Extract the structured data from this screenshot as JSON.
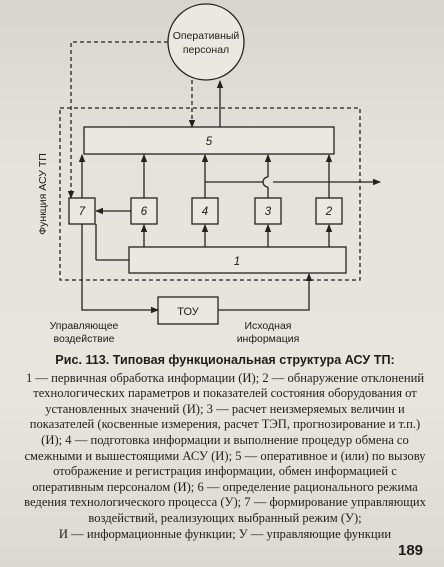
{
  "diagram": {
    "circle_line1": "Оперативный",
    "circle_line2": "персонал",
    "box5": "5",
    "box7": "7",
    "box6": "6",
    "box4": "4",
    "box3": "3",
    "box2": "2",
    "box1": "1",
    "tou": "ТОУ",
    "side_label": "Функция АСУ ТП",
    "control_line1": "Управляющее",
    "control_line2": "воздействие",
    "source_line1": "Исходная",
    "source_line2": "информация"
  },
  "caption": {
    "title": "Рис. 113. Типовая функциональная структура АСУ ТП:",
    "body": "1 — первичная обработка информации (И); 2 — обнаружение отклонений технологических параметров и показателей состояния оборудования от установленных значений (И); 3 — расчет неизмеряемых величин и показателей (косвенные измерения, расчет ТЭП, прогнозирование и т.п.) (И); 4 — подготовка информации и выполнение процедур обмена со смежными и вышестоящими АСУ (И); 5 — оперативное и (или) по вызову отображение и регистрация информации, обмен информацией с оперативным персоналом (И); 6 — определение рационального режима ведения технологического процесса (У); 7 — формирование управляющих воздействий, реализующих выбранный режим (У);",
    "legend": "И — информационные функции; У — управляющие функции"
  },
  "page_number": "189"
}
